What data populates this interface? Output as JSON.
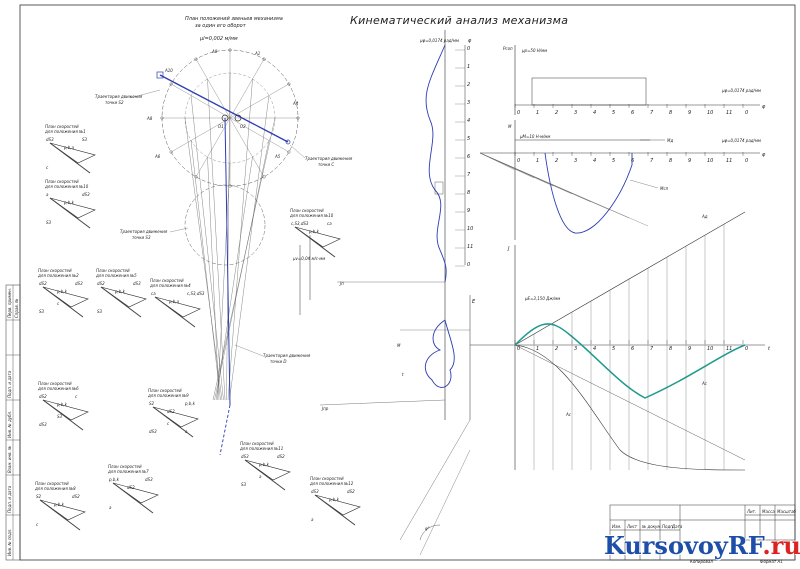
{
  "title": "Кинематический анализ механизма",
  "watermark": {
    "main": "KursovoyRF",
    "suffix": ".ru"
  },
  "scales": {
    "mu_l": "μl=0,002 м/мм",
    "mu_phi_top": "μφ=0,0174 рад/мм",
    "mu_phi_chart1": "μφ=0,0174 рад/мм",
    "mu_phi_chart2": "μφ=0,0174 рад/мм",
    "mu_p": "μp=50 Н/мм",
    "mu_M": "μM=10 Н·м/мм",
    "mu_v": "μv=0,04 м/с·мм",
    "mu_E": "μE=3,150 Дж/мм"
  },
  "mechanism": {
    "title_line1": "План положений звеньев механизма",
    "title_line2": "за один его оборот",
    "traj_s2_line1": "Траектория движения",
    "traj_s2_line2": "точки S2",
    "traj_c_line1": "Траектория движения",
    "traj_c_line2": "точки C",
    "traj_s3_line1": "Траектория движения",
    "traj_s3_line2": "точки S3",
    "traj_d_line1": "Траектория движения",
    "traj_d_line2": "точки D",
    "pt_A0": "A0",
    "pt_A1": "A1",
    "pt_A4": "A4",
    "pt_A5": "A5",
    "pt_A6": "A6",
    "pt_A8": "A8",
    "pt_A10": "A10",
    "pt_O1": "O1",
    "pt_O2": "O2"
  },
  "velocity_plans": [
    {
      "id": "p1",
      "title1": "План скоростей",
      "title2": "для положения №1",
      "labels": [
        "dS3",
        "p,b,a",
        "S3",
        "c"
      ]
    },
    {
      "id": "p10",
      "title1": "План скоростей",
      "title2": "для положения №10",
      "labels": [
        "a",
        "p,b,k",
        "dS3",
        "S3"
      ]
    },
    {
      "id": "p2",
      "title1": "План скоростей",
      "title2": "для положения №2",
      "labels": [
        "dS2",
        "p,b,k",
        "dS3",
        "S3",
        "c"
      ]
    },
    {
      "id": "p5",
      "title1": "План скоростей",
      "title2": "для положения №5",
      "labels": [
        "dS2",
        "p,b,k",
        "dS3",
        "S3"
      ]
    },
    {
      "id": "p4",
      "title1": "План скоростей",
      "title2": "для положения №4",
      "labels": [
        "ca",
        "p,b,a",
        "c,S3,dS3"
      ]
    },
    {
      "id": "p6",
      "title1": "План скоростей",
      "title2": "для положения №6",
      "labels": [
        "dS2",
        "p,b,k",
        "c",
        "dS3",
        "S3"
      ]
    },
    {
      "id": "p8",
      "title1": "План скоростей",
      "title2": "для положения №8",
      "labels": [
        "S2",
        "p,b,k",
        "dS2",
        "c"
      ]
    },
    {
      "id": "p7",
      "title1": "План скоростей",
      "title2": "для положения №7",
      "labels": [
        "p,b,k",
        "dS2",
        "dS3",
        "a"
      ]
    },
    {
      "id": "p9",
      "title1": "План скоростей",
      "title2": "для положения №9",
      "labels": [
        "S2",
        "dS2",
        "p,b,k",
        "dS3",
        "c",
        "a"
      ]
    },
    {
      "id": "p11",
      "title1": "План скоростей",
      "title2": "для положения №11",
      "labels": [
        "dS3",
        "p,b,k",
        "dS2",
        "S3",
        "a"
      ]
    },
    {
      "id": "p12",
      "title1": "План скоростей",
      "title2": "для положения №12",
      "labels": [
        "dS3",
        "p,b,k",
        "dS2",
        "a"
      ]
    },
    {
      "id": "p10b",
      "title1": "План скоростей",
      "title2": "для положения №10",
      "labels": [
        "c,S3,dS3",
        "p,b,k",
        "ca"
      ]
    }
  ],
  "graphs": {
    "axis_phi": "φ",
    "axis_t": "t",
    "axis_J": "J",
    "axis_E": "E",
    "axis_M": "M",
    "axis_Pcm": "Pсоп",
    "label_Md": "Mд",
    "label_Mc": "Mсп",
    "label_Ad": "Aд",
    "label_Ac": "Aс",
    "label_Ac2": "Aс",
    "label_Jn": "Jп",
    "label_Jpr": "Jпр",
    "label_angle": "φ°",
    "ticks": [
      "0",
      "1",
      "2",
      "3",
      "4",
      "5",
      "6",
      "7",
      "8",
      "9",
      "10",
      "11",
      "0"
    ],
    "vticks": [
      "0",
      "1",
      "2",
      "3",
      "4",
      "5",
      "6",
      "7",
      "8",
      "9",
      "10",
      "11",
      "0"
    ]
  },
  "margin_stamps": [
    "Перв. примен.",
    "Справ. №",
    "Подп. и дата",
    "Инв. № дубл.",
    "Взам. инв. №",
    "Подп. и дата",
    "Инв. № подл."
  ],
  "title_block": {
    "cells": [
      "Лит.",
      "Масса",
      "Масштаб",
      "Изм.",
      "Лист",
      "№ докум.",
      "Подп.",
      "Дата",
      "Копировал",
      "Формат А1"
    ]
  }
}
